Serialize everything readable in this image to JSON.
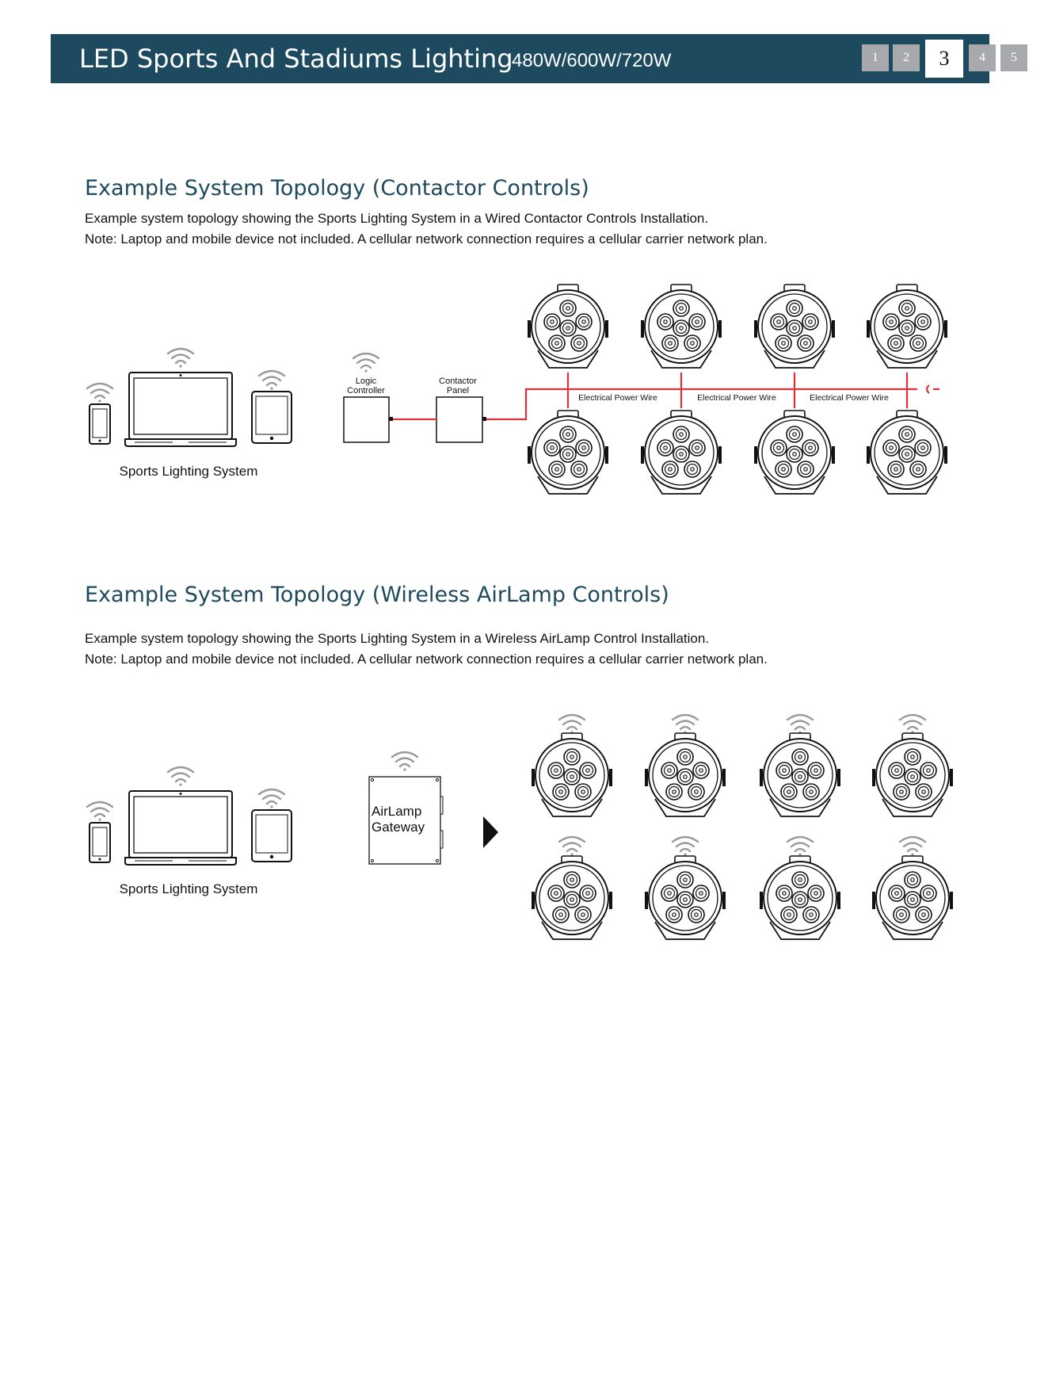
{
  "header": {
    "title": "LED Sports And Stadiums Lighting",
    "subtitle": "480W/600W/720W",
    "pages": [
      "1",
      "2",
      "3",
      "4",
      "5"
    ],
    "active_page": "3"
  },
  "section1": {
    "title": "Example System Topology (Contactor Controls)",
    "desc1": "Example system topology showing the Sports Lighting System in a Wired Contactor Controls Installation.",
    "desc2": "Note: Laptop and mobile device not included. A cellular network connection requires a cellular carrier network plan.",
    "system_label": "Sports Lighting System",
    "logic_label_1": "Logic",
    "logic_label_2": "Controller",
    "contactor_label_1": "Contactor",
    "contactor_label_2": "Panel",
    "wire_labels": [
      "Electrical Power Wire",
      "Electrical Power Wire",
      "Electrical Power Wire"
    ]
  },
  "section2": {
    "title": "Example System Topology (Wireless AirLamp Controls)",
    "desc1": "Example system topology showing the Sports Lighting System in a Wireless AirLamp Control Installation.",
    "desc2": "Note: Laptop and mobile device not included. A cellular network connection requires a cellular carrier network plan.",
    "system_label": "Sports Lighting System",
    "gateway_label_1": "AirLamp",
    "gateway_label_2": "Gateway"
  },
  "colors": {
    "header_bg": "#1d4a5e",
    "wire": "#e0303a",
    "title": "#1d4a5e"
  }
}
